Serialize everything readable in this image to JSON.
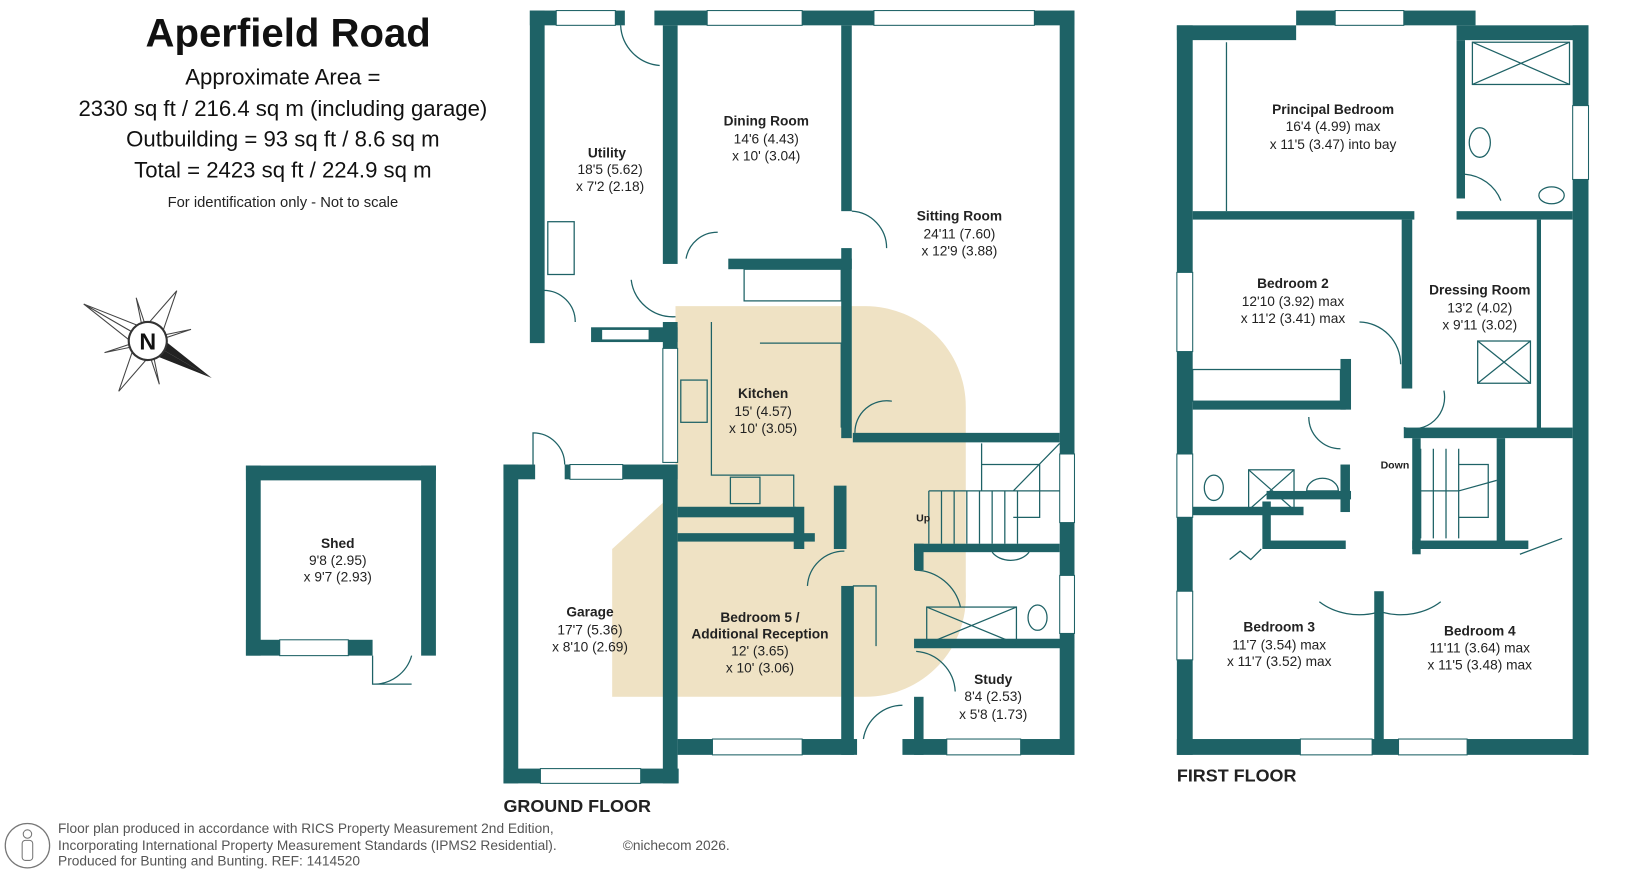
{
  "header": {
    "title": "Aperfield Road",
    "line1": "Approximate Area =",
    "line2": "2330 sq ft / 216.4 sq m (including garage)",
    "line3": "Outbuilding = 93 sq ft / 8.6 sq m",
    "line4": "Total = 2423 sq ft / 224.9 sq m",
    "note": "For identification only - Not to scale"
  },
  "compass": {
    "label": "N"
  },
  "floors": {
    "ground": "GROUND FLOOR",
    "first": "FIRST FLOOR"
  },
  "stairs": {
    "up": "Up",
    "down": "Down"
  },
  "rooms": {
    "utility": {
      "name": "Utility",
      "d1": "18'5 (5.62)",
      "d2": "x 7'2 (2.18)"
    },
    "dining": {
      "name": "Dining Room",
      "d1": "14'6 (4.43)",
      "d2": "x 10' (3.04)"
    },
    "sitting": {
      "name": "Sitting Room",
      "d1": "24'11 (7.60)",
      "d2": "x 12'9 (3.88)"
    },
    "kitchen": {
      "name": "Kitchen",
      "d1": "15' (4.57)",
      "d2": "x 10' (3.05)"
    },
    "garage": {
      "name": "Garage",
      "d1": "17'7 (5.36)",
      "d2": "x 8'10 (2.69)"
    },
    "bedroom5": {
      "name": "Bedroom 5 /",
      "name2": "Additional Reception",
      "d1": "12' (3.65)",
      "d2": "x 10' (3.06)"
    },
    "study": {
      "name": "Study",
      "d1": "8'4 (2.53)",
      "d2": "x 5'8 (1.73)"
    },
    "shed": {
      "name": "Shed",
      "d1": "9'8 (2.95)",
      "d2": "x 9'7 (2.93)"
    },
    "principal": {
      "name": "Principal Bedroom",
      "d1": "16'4 (4.99) max",
      "d2": "x 11'5 (3.47) into bay"
    },
    "bedroom2": {
      "name": "Bedroom 2",
      "d1": "12'10 (3.92) max",
      "d2": "x 11'2 (3.41) max"
    },
    "dressing": {
      "name": "Dressing Room",
      "d1": "13'2 (4.02)",
      "d2": "x 9'11 (3.02)"
    },
    "bedroom3": {
      "name": "Bedroom 3",
      "d1": "11'7 (3.54) max",
      "d2": "x 11'7 (3.52) max"
    },
    "bedroom4": {
      "name": "Bedroom 4",
      "d1": "11'11 (3.64) max",
      "d2": "x 11'5 (3.48) max"
    }
  },
  "footer": {
    "line1": "Floor plan produced in accordance with RICS Property Measurement 2nd Edition,",
    "line2": "Incorporating International Property Measurement Standards (IPMS2 Residential).",
    "copyright": "©nichecom 2026.",
    "line3": "Produced for Bunting and Bunting.   REF:  1414520"
  },
  "colors": {
    "wall": "#1e6266",
    "watermark": "#efe2c4"
  }
}
